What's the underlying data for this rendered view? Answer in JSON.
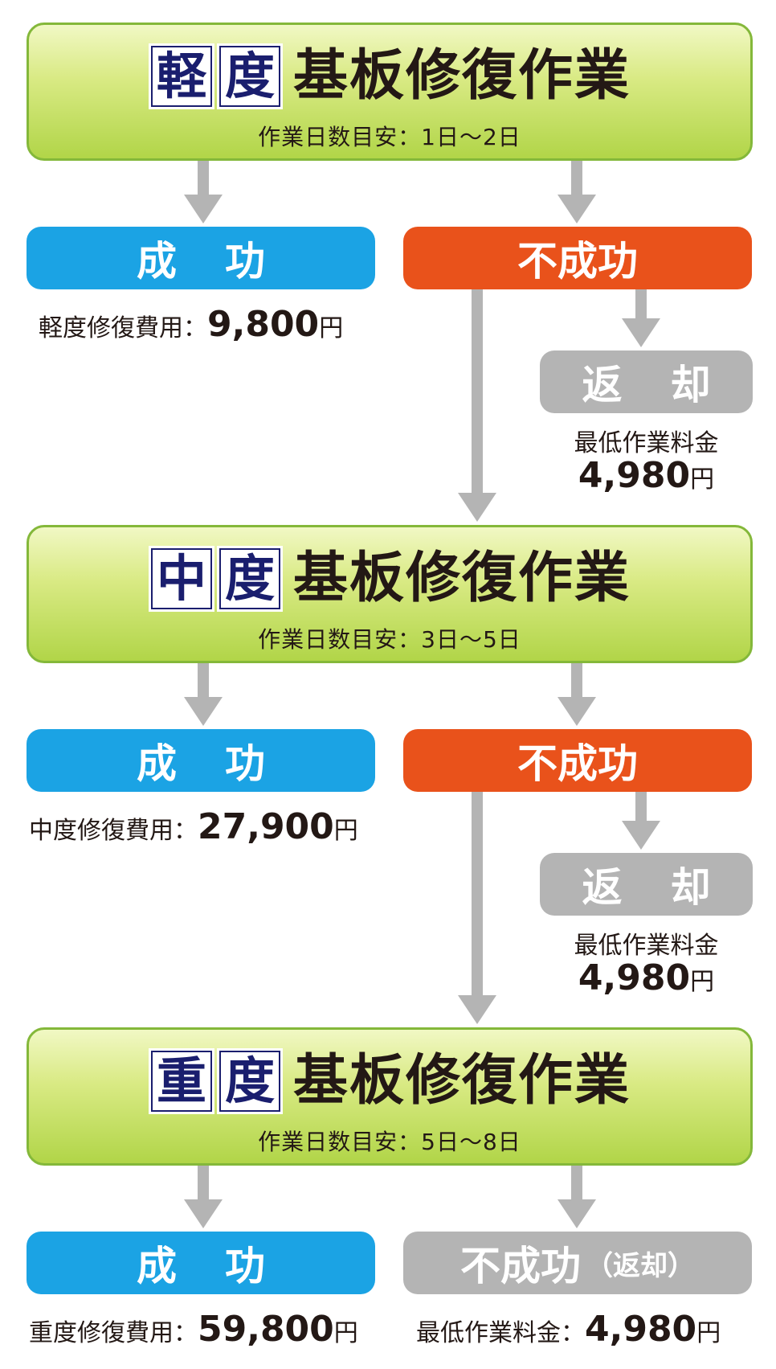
{
  "stages": [
    {
      "level_kanji": "軽",
      "degree_kanji": "度",
      "title": "基板修復作業",
      "duration": "作業日数目安：1日〜2日",
      "success_label": "成功",
      "failure_label": "不成功",
      "success_cost_label": "軽度修復費用：",
      "success_cost_amount": "9,800",
      "currency": "円",
      "return_label": "返却",
      "min_fee_label": "最低作業料金",
      "min_fee_amount": "4,980"
    },
    {
      "level_kanji": "中",
      "degree_kanji": "度",
      "title": "基板修復作業",
      "duration": "作業日数目安：3日〜5日",
      "success_label": "成功",
      "failure_label": "不成功",
      "success_cost_label": "中度修復費用：",
      "success_cost_amount": "27,900",
      "currency": "円",
      "return_label": "返却",
      "min_fee_label": "最低作業料金",
      "min_fee_amount": "4,980"
    },
    {
      "level_kanji": "重",
      "degree_kanji": "度",
      "title": "基板修復作業",
      "duration": "作業日数目安：5日〜8日",
      "success_label": "成功",
      "failure_label": "不成功",
      "failure_suffix": "（返却）",
      "success_cost_label": "重度修復費用：",
      "success_cost_amount": "59,800",
      "currency": "円",
      "min_fee_label": "最低作業料金：",
      "min_fee_amount": "4,980"
    }
  ],
  "colors": {
    "success": "#1ba3e4",
    "failure": "#e9521b",
    "returned": "#b4b4b4",
    "stage_green": "#b1d548",
    "kanji_navy": "#1a1e6e",
    "arrow": "#b4b4b4"
  }
}
